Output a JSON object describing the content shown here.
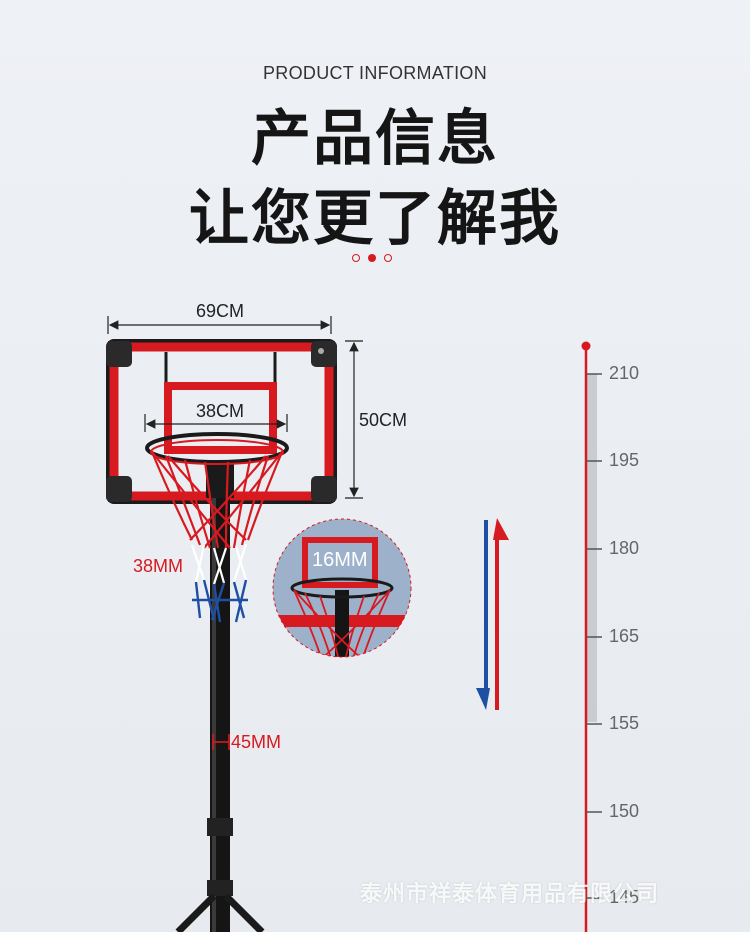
{
  "header": {
    "subtitle": "PRODUCT INFORMATION",
    "title_line1": "产品信息",
    "title_line2": "让您更了解我"
  },
  "dimensions": {
    "board_width": "69CM",
    "board_height": "50CM",
    "rim_diameter": "38CM",
    "net_cord": "38MM",
    "pole_diameter": "45MM",
    "detail_spacing": "16MM"
  },
  "height_scale": {
    "ticks": [
      "210",
      "195",
      "180",
      "165",
      "155",
      "150",
      "145"
    ]
  },
  "watermark": "泰州市祥泰体育用品有限公司",
  "colors": {
    "accent": "#d71920",
    "blue": "#1f4fa3"
  }
}
